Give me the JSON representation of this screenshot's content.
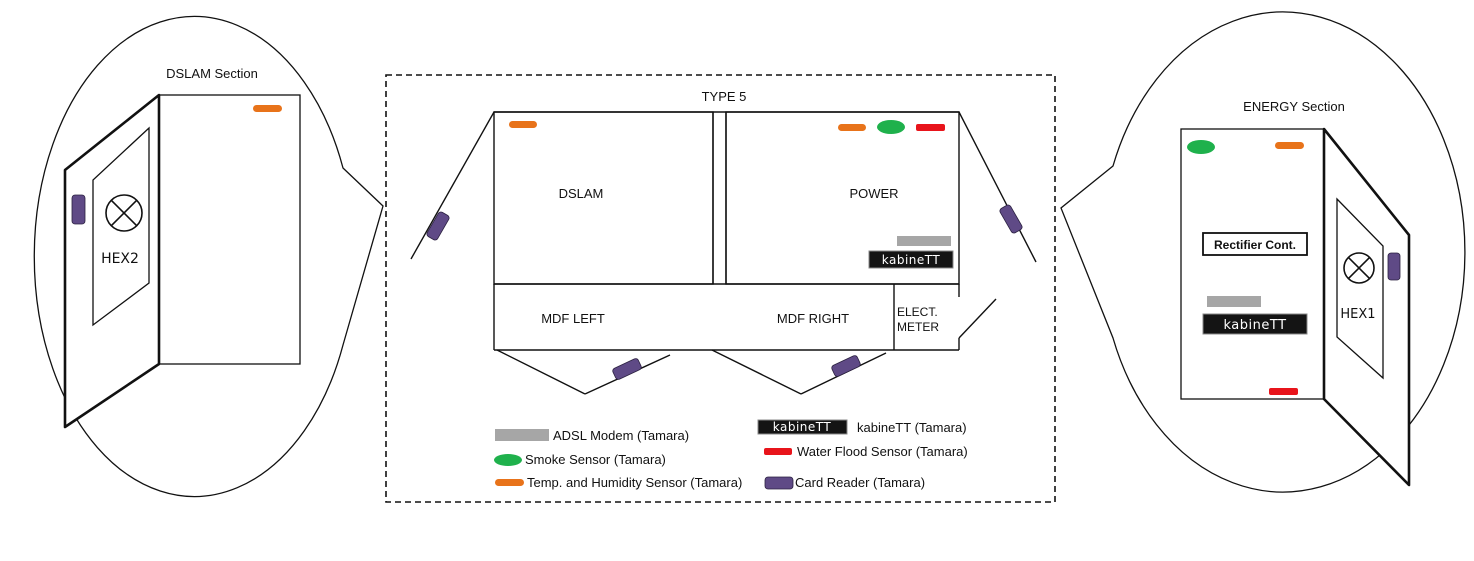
{
  "colors": {
    "modem": "#a6a6a6",
    "smoke": "#1fb14c",
    "temp": "#e8731a",
    "flood": "#e8141b",
    "card_reader": "#5f4a86",
    "kabine_bg": "#141414",
    "line": "#111111"
  },
  "left_callout": {
    "title": "DSLAM Section",
    "hex_label": "HEX2"
  },
  "main": {
    "title": "TYPE 5",
    "rooms": {
      "dslam": "DSLAM",
      "power": "POWER",
      "mdf_left": "MDF LEFT",
      "mdf_right": "MDF RIGHT",
      "elect_meter_line1": "ELECT.",
      "elect_meter_line2": "METER"
    },
    "kabine_label": "kabineTT"
  },
  "right_callout": {
    "title": "ENERGY Section",
    "rectifier_label": "Rectifier Cont.",
    "kabine_label": "kabineTT",
    "hex_label": "HEX1"
  },
  "legend": {
    "modem": "ADSL Modem (Tamara)",
    "kabine_swatch": "kabineTT",
    "kabine": "kabineTT (Tamara)",
    "smoke": "Smoke Sensor (Tamara)",
    "flood": "Water Flood Sensor (Tamara)",
    "temp": "Temp. and Humidity Sensor (Tamara)",
    "card_reader": "Card Reader (Tamara)"
  }
}
